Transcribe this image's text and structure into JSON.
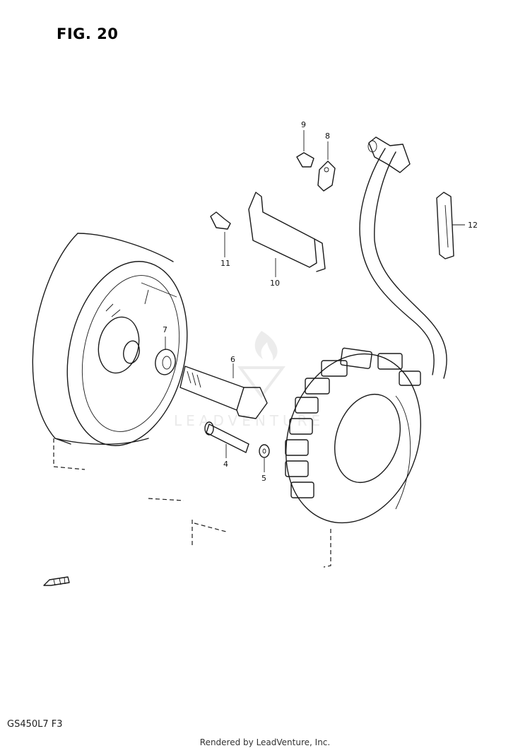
{
  "figure": {
    "title": "FIG. 20",
    "model_code": "GS450L7 F3",
    "footer": "Rendered by LeadVenture, Inc."
  },
  "watermark": {
    "text": "LEADVENTURE",
    "color": "#d9d9d9"
  },
  "callouts": [
    {
      "id": "4",
      "label": "4"
    },
    {
      "id": "5",
      "label": "5"
    },
    {
      "id": "6",
      "label": "6"
    },
    {
      "id": "7",
      "label": "7"
    },
    {
      "id": "8",
      "label": "8"
    },
    {
      "id": "9",
      "label": "9"
    },
    {
      "id": "10",
      "label": "10"
    },
    {
      "id": "11",
      "label": "11"
    },
    {
      "id": "12",
      "label": "12"
    }
  ],
  "parts": [
    {
      "name": "rotor"
    },
    {
      "name": "stator"
    },
    {
      "name": "lead-wire"
    },
    {
      "name": "rotor-bolt"
    },
    {
      "name": "washer"
    },
    {
      "name": "stator-screw"
    },
    {
      "name": "stator-washer"
    },
    {
      "name": "lead-clamp"
    },
    {
      "name": "wire-guide-plate"
    },
    {
      "name": "clamp-screw"
    },
    {
      "name": "plate-screw"
    },
    {
      "name": "wire-clamp-band"
    }
  ],
  "colors": {
    "line": "#1a1a1a",
    "background": "#ffffff"
  }
}
